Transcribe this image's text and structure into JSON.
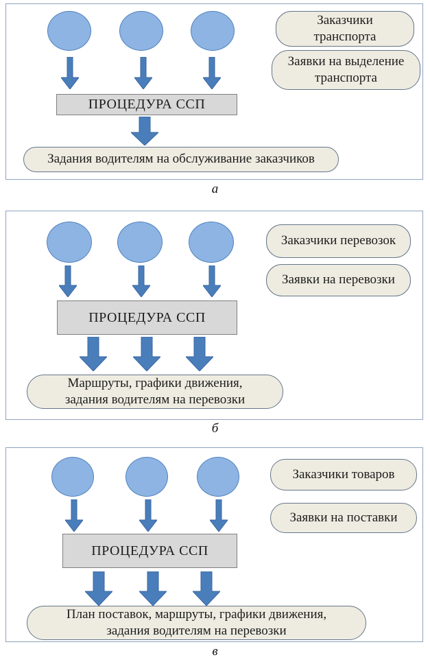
{
  "figure": {
    "type": "flow-diagram",
    "description_visible_text_only": true,
    "colors": {
      "ellipse_fill": "#8eb4e3",
      "ellipse_border": "#4f81bd",
      "arrow_fill": "#4a7ebb",
      "arrow_border": "#3a66a0",
      "procedure_fill": "#d8d8d8",
      "procedure_border": "#7f7f7f",
      "note_fill": "#eeece1",
      "note_border": "#66758a",
      "panel_border": "#8ea3bd",
      "text": "#1c1c1c"
    }
  },
  "panels": [
    {
      "label": "а",
      "procedure": "ПРОЦЕДУРА ССП",
      "customer_count": 3,
      "right_boxes": [
        {
          "lines": [
            "Заказчики",
            "транспорта"
          ]
        },
        {
          "lines": [
            "Заявки на выделение",
            "транспорта"
          ]
        }
      ],
      "output": {
        "lines": [
          "Задания водителям на обслуживание заказчиков"
        ]
      }
    },
    {
      "label": "б",
      "procedure": "ПРОЦЕДУРА ССП",
      "customer_count": 3,
      "right_boxes": [
        {
          "lines": [
            "Заказчики перевозок"
          ]
        },
        {
          "lines": [
            "Заявки на перевозки"
          ]
        }
      ],
      "output": {
        "lines": [
          "Маршруты, графики движения,",
          "задания водителям на перевозки"
        ]
      }
    },
    {
      "label": "в",
      "procedure": "ПРОЦЕДУРА ССП",
      "customer_count": 3,
      "right_boxes": [
        {
          "lines": [
            "Заказчики товаров"
          ]
        },
        {
          "lines": [
            "Заявки на поставки"
          ]
        }
      ],
      "output": {
        "lines": [
          "План поставок, маршруты, графики движения,",
          "задания водителям на перевозки"
        ]
      }
    }
  ]
}
